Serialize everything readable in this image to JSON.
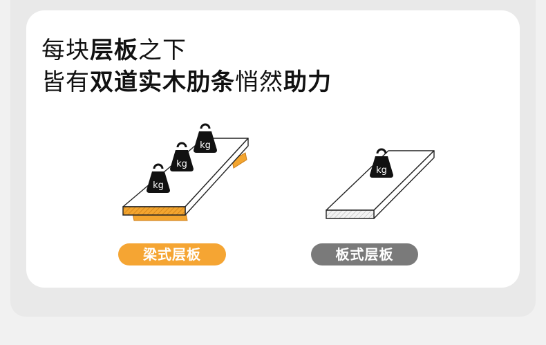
{
  "headline": {
    "line1_part1": "每块",
    "line1_part2": "层板",
    "line1_part3": "之下",
    "line2_part1": "皆有",
    "line2_part2": "双道实木肋条",
    "line2_part3": "悄然",
    "line2_part4": "助力"
  },
  "weights": {
    "label": "kg"
  },
  "labels": {
    "beam_shelf": "梁式层板",
    "flat_shelf": "板式层板"
  },
  "colors": {
    "accent_orange": "#f5a533",
    "gray": "#7a7a7a",
    "weight_black": "#111111"
  }
}
